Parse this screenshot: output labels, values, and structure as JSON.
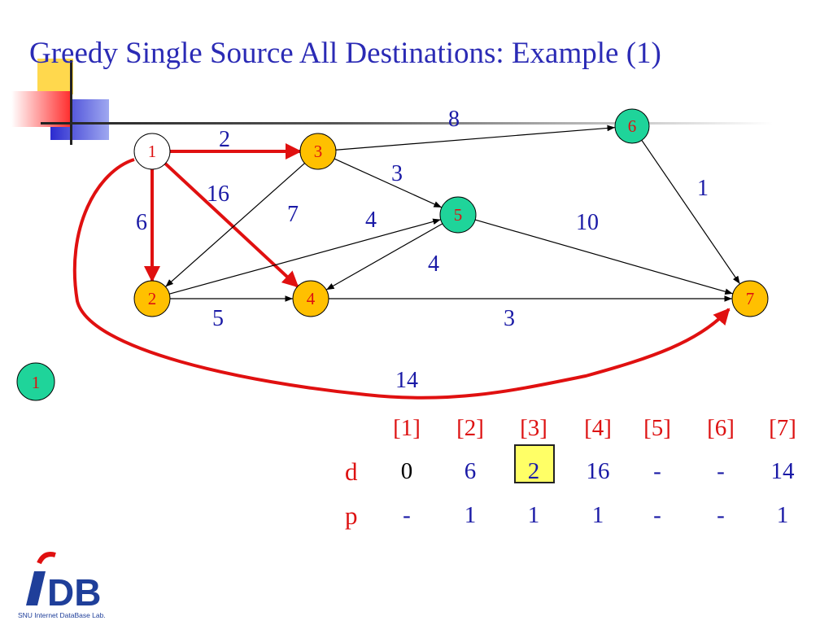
{
  "title": "Greedy Single Source All Destinations: Example (1)",
  "colors": {
    "title": "#2b2bb5",
    "edge_label": "#1a1aa6",
    "highlight_edge": "#e01010",
    "node_green": "#1fd49a",
    "node_orange": "#ffc000",
    "node_white": "#ffffff",
    "table_header": "#dd1111",
    "highlight_cell": "#ffff66"
  },
  "nodes": [
    {
      "id": "1",
      "color": "white"
    },
    {
      "id": "3",
      "color": "orange"
    },
    {
      "id": "6",
      "color": "green"
    },
    {
      "id": "5",
      "color": "green"
    },
    {
      "id": "2",
      "color": "orange"
    },
    {
      "id": "4",
      "color": "orange"
    },
    {
      "id": "7",
      "color": "orange"
    }
  ],
  "edges": [
    {
      "from": "1",
      "to": "3",
      "weight": "2",
      "highlight": true
    },
    {
      "from": "1",
      "to": "2",
      "weight": "6",
      "highlight": true
    },
    {
      "from": "1",
      "to": "4",
      "weight": "16",
      "highlight": true
    },
    {
      "from": "1",
      "to": "7",
      "weight": "14",
      "highlight": true
    },
    {
      "from": "3",
      "to": "6",
      "weight": "8",
      "highlight": false
    },
    {
      "from": "3",
      "to": "5",
      "weight": "3",
      "highlight": false
    },
    {
      "from": "3",
      "to": "2",
      "weight": "7",
      "highlight": false
    },
    {
      "from": "2",
      "to": "5",
      "weight": "4",
      "highlight": false
    },
    {
      "from": "5",
      "to": "4",
      "weight": "4",
      "highlight": false
    },
    {
      "from": "2",
      "to": "4",
      "weight": "5",
      "highlight": false
    },
    {
      "from": "5",
      "to": "7",
      "weight": "10",
      "highlight": false
    },
    {
      "from": "6",
      "to": "7",
      "weight": "1",
      "highlight": false
    },
    {
      "from": "4",
      "to": "7",
      "weight": "3",
      "highlight": false
    }
  ],
  "legend_node": "1",
  "table": {
    "headers": [
      "[1]",
      "[2]",
      "[3]",
      "[4]",
      "[5]",
      "[6]",
      "[7]"
    ],
    "rows": [
      {
        "label": "d",
        "values": [
          "0",
          "6",
          "2",
          "16",
          "-",
          "-",
          "14"
        ]
      },
      {
        "label": "p",
        "values": [
          "-",
          "1",
          "1",
          "1",
          "-",
          "-",
          "1"
        ]
      }
    ],
    "highlight": {
      "row": "d",
      "column": "[3]"
    }
  },
  "logo": {
    "text": "DB",
    "caption": "SNU Internet DataBase Lab."
  }
}
